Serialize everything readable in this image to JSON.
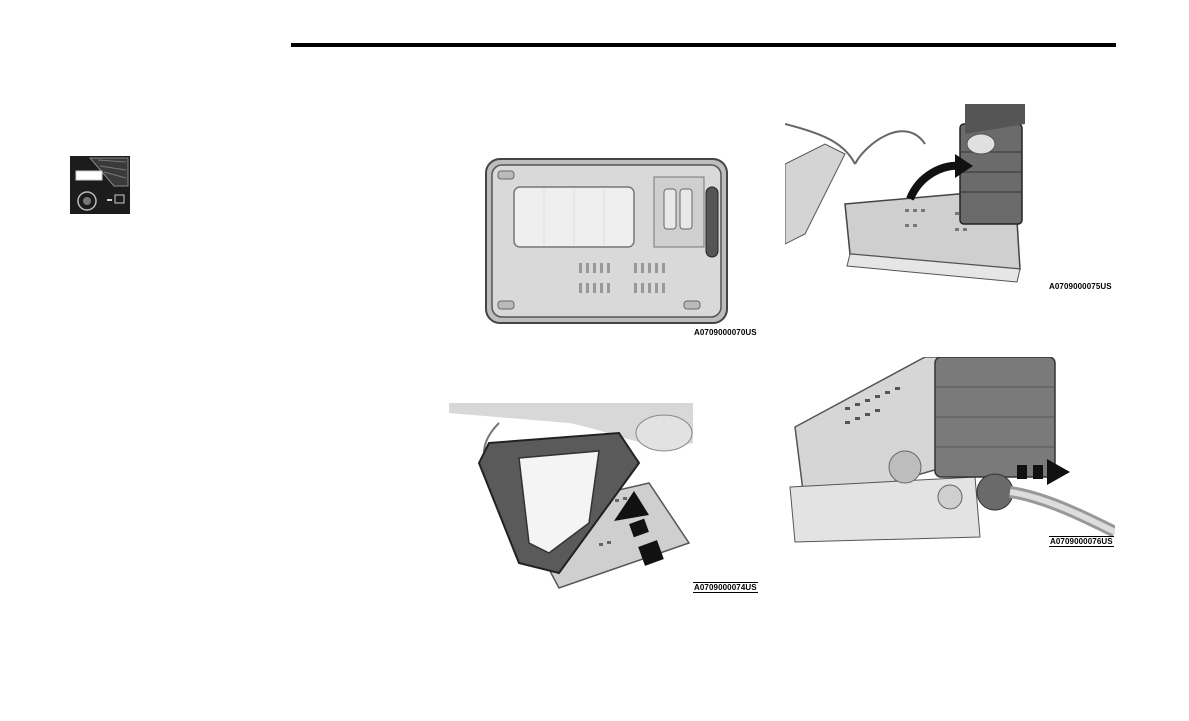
{
  "figures": [
    {
      "caption": "A0709000070US"
    },
    {
      "caption": "A0709000075US"
    },
    {
      "caption": "A0709000074US"
    },
    {
      "caption": "A0709000076US"
    }
  ]
}
